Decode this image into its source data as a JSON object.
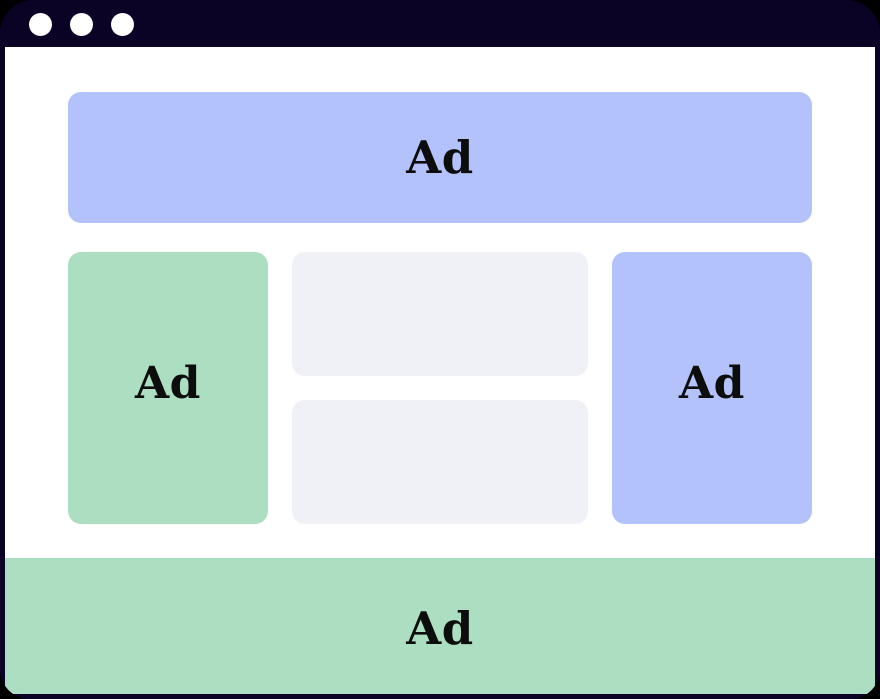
{
  "window": {
    "chrome_color": "#0a0326",
    "page_background": "#ffffff",
    "traffic_lights": [
      {
        "name": "close",
        "color": "#ffffff"
      },
      {
        "name": "minimize",
        "color": "#ffffff"
      },
      {
        "name": "maximize",
        "color": "#ffffff"
      }
    ]
  },
  "ad_slots": {
    "leaderboard": {
      "label": "Ad",
      "color": "#b4c2fb",
      "placement": "top-banner"
    },
    "skyscraper_left": {
      "label": "Ad",
      "color": "#acdfc2",
      "placement": "left-sidebar"
    },
    "skyscraper_right": {
      "label": "Ad",
      "color": "#b4c2fb",
      "placement": "right-sidebar"
    },
    "footer": {
      "label": "Ad",
      "color": "#acdfc2",
      "placement": "bottom-banner"
    }
  },
  "content_placeholders": [
    {
      "name": "content-block-top",
      "color": "#eff1f7"
    },
    {
      "name": "content-block-bottom",
      "color": "#eff1f7"
    }
  ]
}
